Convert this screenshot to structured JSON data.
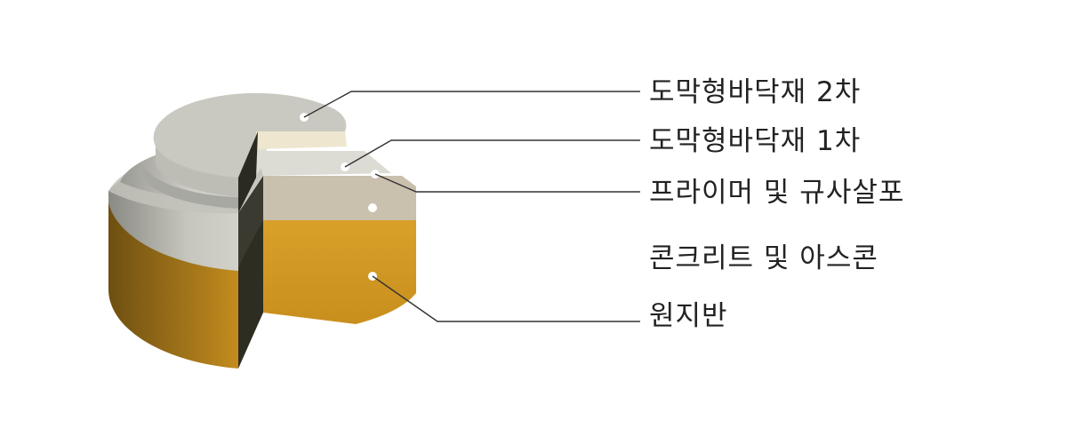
{
  "labels": [
    "도막형바닥재 2차",
    "도막형바닥재 1차",
    "프라이머 및 규사살포",
    "콘크리트 및 아스콘",
    "원지반"
  ],
  "colors": {
    "subgrade": "#d39a25",
    "concrete": "#cfc6b6",
    "primer": "#c9c4b6",
    "coat1": "#bcbdb5",
    "coat2": "#c9c9c1",
    "cut_face_top": "#ede4cf",
    "leader_line": "#333333"
  }
}
